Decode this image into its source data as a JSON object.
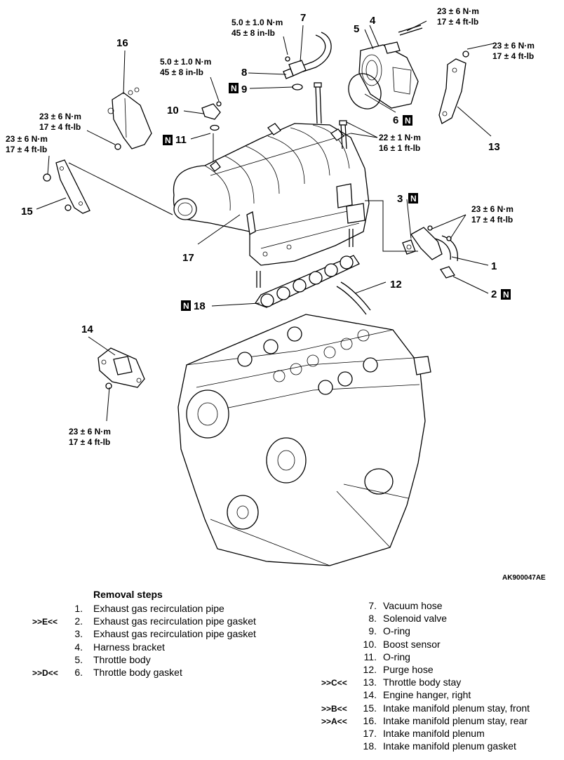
{
  "diagram": {
    "callouts": {
      "c1": "1",
      "c2": "2",
      "c3": "3",
      "c4": "4",
      "c5": "5",
      "c6": "6",
      "c7": "7",
      "c8": "8",
      "c9": "9",
      "c10": "10",
      "c11": "11",
      "c12": "12",
      "c13": "13",
      "c14": "14",
      "c15": "15",
      "c16": "16",
      "c17": "17",
      "c18": "18"
    },
    "new_part_marker": "N",
    "torque": {
      "t_23_nm": "23 ± 6 N·m",
      "t_23_ftlb": "17 ± 4 ft-lb",
      "t_5_nm": "5.0 ± 1.0 N·m",
      "t_5_inlb": "45 ± 8 in-lb",
      "t_22_nm": "22 ± 1 N·m",
      "t_22_ftlb": "16 ± 1 ft-lb"
    },
    "figure_code": "AK900047AE"
  },
  "removal": {
    "title": "Removal steps",
    "left": [
      {
        "mark": "",
        "num": "1.",
        "text": "Exhaust gas recirculation pipe"
      },
      {
        "mark": ">>E<<",
        "num": "2.",
        "text": "Exhaust gas recirculation pipe gasket"
      },
      {
        "mark": "",
        "num": "3.",
        "text": "Exhaust gas recirculation pipe gasket"
      },
      {
        "mark": "",
        "num": "4.",
        "text": "Harness bracket"
      },
      {
        "mark": "",
        "num": "5.",
        "text": "Throttle body"
      },
      {
        "mark": ">>D<<",
        "num": "6.",
        "text": "Throttle body gasket"
      }
    ],
    "right": [
      {
        "mark": "",
        "num": "7.",
        "text": "Vacuum hose"
      },
      {
        "mark": "",
        "num": "8.",
        "text": "Solenoid valve"
      },
      {
        "mark": "",
        "num": "9.",
        "text": "O-ring"
      },
      {
        "mark": "",
        "num": "10.",
        "text": "Boost sensor"
      },
      {
        "mark": "",
        "num": "11.",
        "text": "O-ring"
      },
      {
        "mark": "",
        "num": "12.",
        "text": "Purge hose"
      },
      {
        "mark": ">>C<<",
        "num": "13.",
        "text": "Throttle body stay"
      },
      {
        "mark": "",
        "num": "14.",
        "text": "Engine hanger, right"
      },
      {
        "mark": ">>B<<",
        "num": "15.",
        "text": "Intake manifold plenum stay, front"
      },
      {
        "mark": ">>A<<",
        "num": "16.",
        "text": "Intake manifold plenum stay, rear"
      },
      {
        "mark": "",
        "num": "17.",
        "text": "Intake manifold plenum"
      },
      {
        "mark": "",
        "num": "18.",
        "text": "Intake manifold plenum gasket"
      }
    ]
  }
}
